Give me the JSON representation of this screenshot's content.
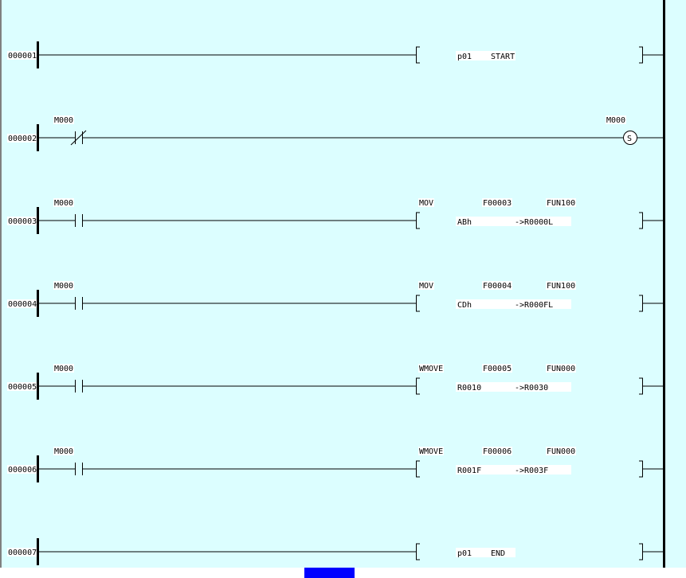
{
  "rungs": [
    {
      "number": "000001",
      "contact": null,
      "box": {
        "op": "",
        "func": "",
        "fun": "",
        "arg1": "p01",
        "arg2": "START"
      }
    },
    {
      "number": "000002",
      "contact": {
        "label": "M000",
        "type": "nc"
      },
      "coil": {
        "label": "M000",
        "symbol": "S"
      }
    },
    {
      "number": "000003",
      "contact": {
        "label": "M000",
        "type": "no"
      },
      "box": {
        "op": "MOV",
        "func": "F00003",
        "fun": "FUN100",
        "arg1": "ABh",
        "arg2": "->R0000L"
      }
    },
    {
      "number": "000004",
      "contact": {
        "label": "M000",
        "type": "no"
      },
      "box": {
        "op": "MOV",
        "func": "F00004",
        "fun": "FUN100",
        "arg1": "CDh",
        "arg2": "->R000FL"
      }
    },
    {
      "number": "000005",
      "contact": {
        "label": "M000",
        "type": "no"
      },
      "box": {
        "op": "WMOVE",
        "func": "F00005",
        "fun": "FUN000",
        "arg1": "R0010",
        "arg2": "->R0030"
      }
    },
    {
      "number": "000006",
      "contact": {
        "label": "M000",
        "type": "no"
      },
      "box": {
        "op": "WMOVE",
        "func": "F00006",
        "fun": "FUN000",
        "arg1": "R001F",
        "arg2": "->R003F"
      }
    },
    {
      "number": "000007",
      "contact": null,
      "box": {
        "op": "",
        "func": "",
        "fun": "",
        "arg1": "p01",
        "arg2": "END"
      }
    }
  ]
}
